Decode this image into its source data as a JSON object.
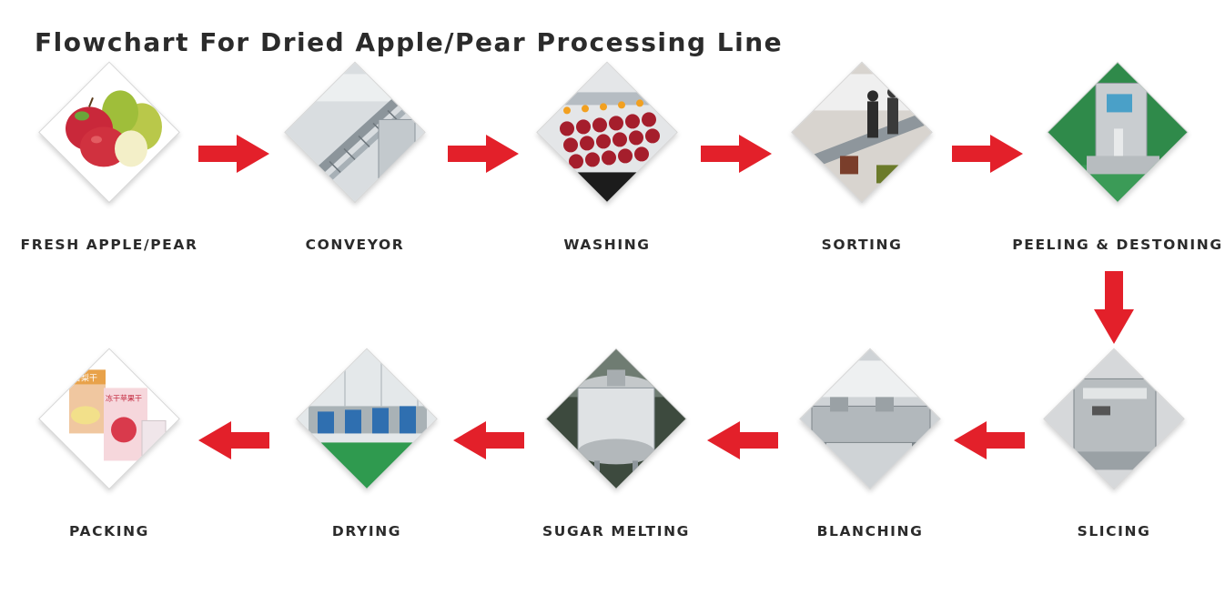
{
  "title": "Flowchart For Dried Apple/Pear Processing Line",
  "steps": [
    {
      "label": "FRESH APPLE/PEAR",
      "icon": "apple-pear-photo"
    },
    {
      "label": "CONVEYOR",
      "icon": "conveyor-photo"
    },
    {
      "label": "WASHING",
      "icon": "washing-photo"
    },
    {
      "label": "SORTING",
      "icon": "sorting-photo"
    },
    {
      "label": "PEELING & DESTONING",
      "icon": "peeling-machine-photo"
    },
    {
      "label": "SLICING",
      "icon": "slicing-machine-photo"
    },
    {
      "label": "BLANCHING",
      "icon": "blanching-machine-photo"
    },
    {
      "label": "SUGAR MELTING",
      "icon": "sugar-tank-photo"
    },
    {
      "label": "DRYING",
      "icon": "drying-line-photo"
    },
    {
      "label": "PACKING",
      "icon": "packing-photo"
    }
  ],
  "package_text": [
    "香梨干",
    "冻干苹果干"
  ],
  "colors": {
    "arrow": "#e3202a",
    "text": "#2b2b2b",
    "border": "#d4d4d4"
  }
}
